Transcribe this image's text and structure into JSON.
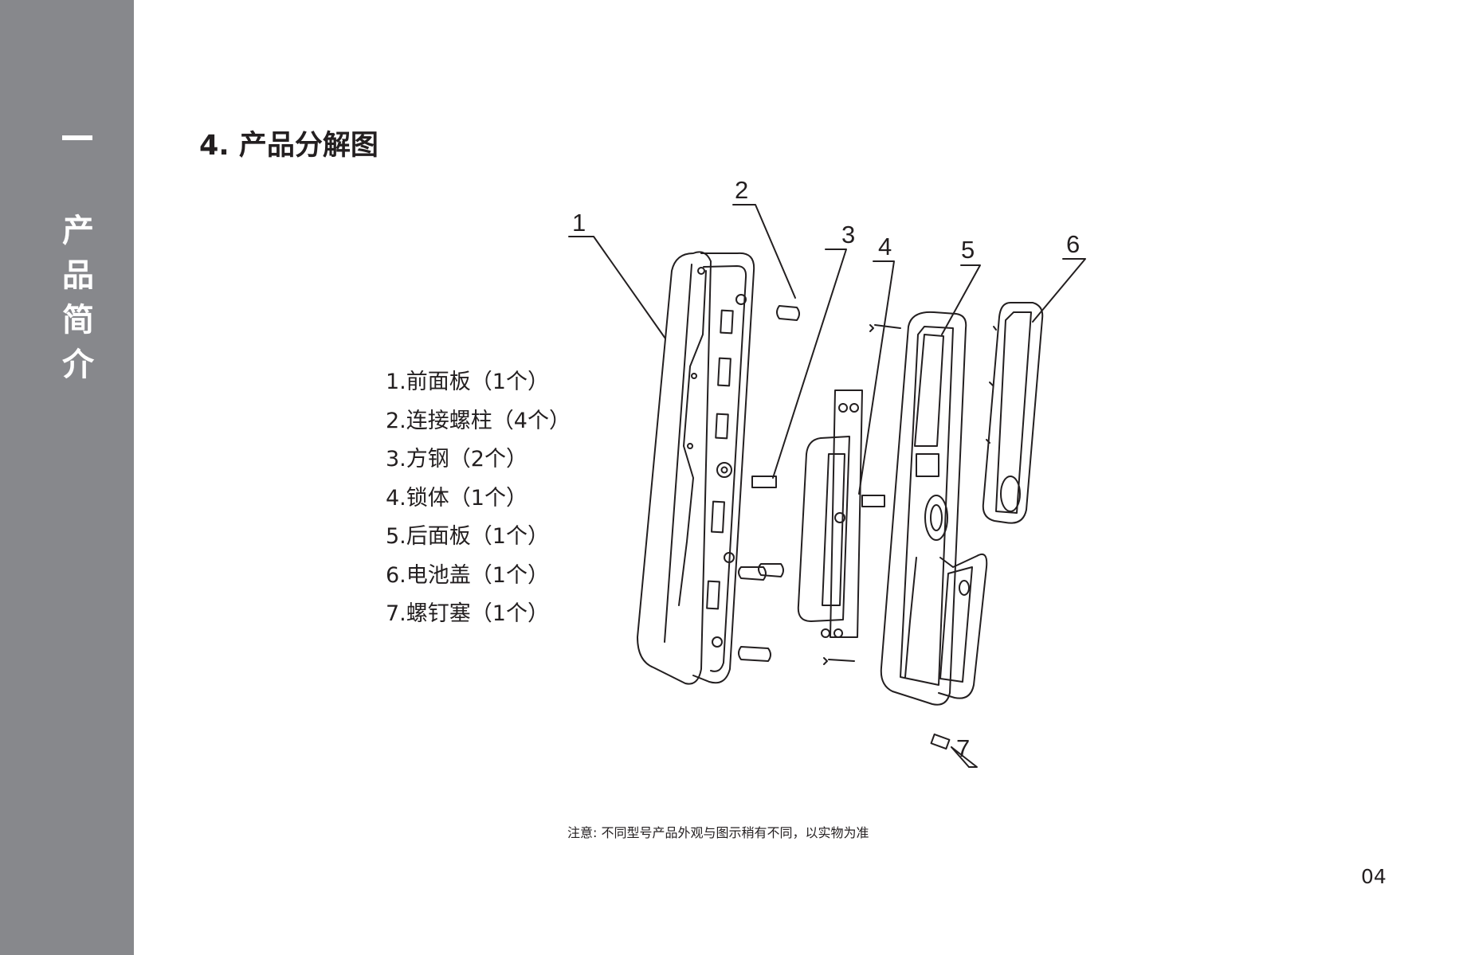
{
  "sidebar": {
    "chapter_char": "一",
    "title_chars": [
      "产",
      "品",
      "简",
      "介"
    ]
  },
  "section": {
    "title": "4. 产品分解图"
  },
  "parts": [
    "1.前面板（1个）",
    "2.连接螺柱（4个）",
    "3.方钢（2个）",
    "4.锁体（1个）",
    "5.后面板（1个）",
    "6.电池盖（1个）",
    "7.螺钉塞（1个）"
  ],
  "diagram": {
    "callouts": [
      "1",
      "2",
      "3",
      "4",
      "5",
      "6",
      "7"
    ]
  },
  "note": "注意: 不同型号产品外观与图示稍有不同，以实物为准",
  "page_number": "04",
  "colors": {
    "sidebar": "#87888c",
    "text": "#231f20",
    "background": "#ffffff"
  }
}
